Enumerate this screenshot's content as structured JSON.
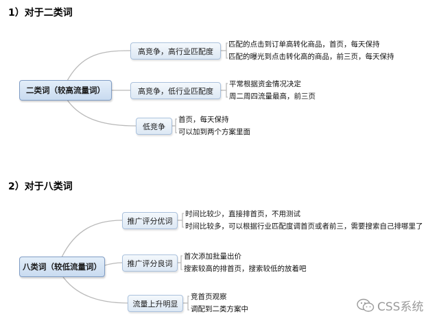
{
  "section1": {
    "heading": "1）对于二类词",
    "root": "二类词（较高流量词）",
    "branches": [
      {
        "label": "高竞争，高行业匹配度",
        "notes": [
          "匹配的点击到订单高转化商品，首页，每天保持",
          "匹配的曝光到点击转化高的商品，前三页，每天保持"
        ]
      },
      {
        "label": "高竞争，低行业匹配度",
        "notes": [
          "平常根据资金情况决定",
          "周二周四流量最高，前三页"
        ]
      },
      {
        "label": "低竞争",
        "notes": [
          "首页，每天保持",
          "可以加到两个方案里面"
        ]
      }
    ]
  },
  "section2": {
    "heading": "2）对于八类词",
    "root": "八类词（较低流量词）",
    "branches": [
      {
        "label": "推广评分优词",
        "notes": [
          "时间比较少，直接排首页，不用测试",
          "时间比较多，可以根据行业匹配度调首页或者前三，需要搜索自己排哪里了"
        ]
      },
      {
        "label": "推广评分良词",
        "notes": [
          "首次添加批量出价",
          "搜索较高的排首页，搜索较低的放着吧"
        ]
      },
      {
        "label": "流量上升明显",
        "notes": [
          "竞首页观察",
          "调配到二类方案中"
        ]
      }
    ]
  },
  "watermark": {
    "icon": "wechat-icon",
    "text": "CSS系统"
  },
  "colors": {
    "connector": "#b9b9b9",
    "node_border": "#a9c0dc",
    "root_fill": "#c9dbf0"
  }
}
